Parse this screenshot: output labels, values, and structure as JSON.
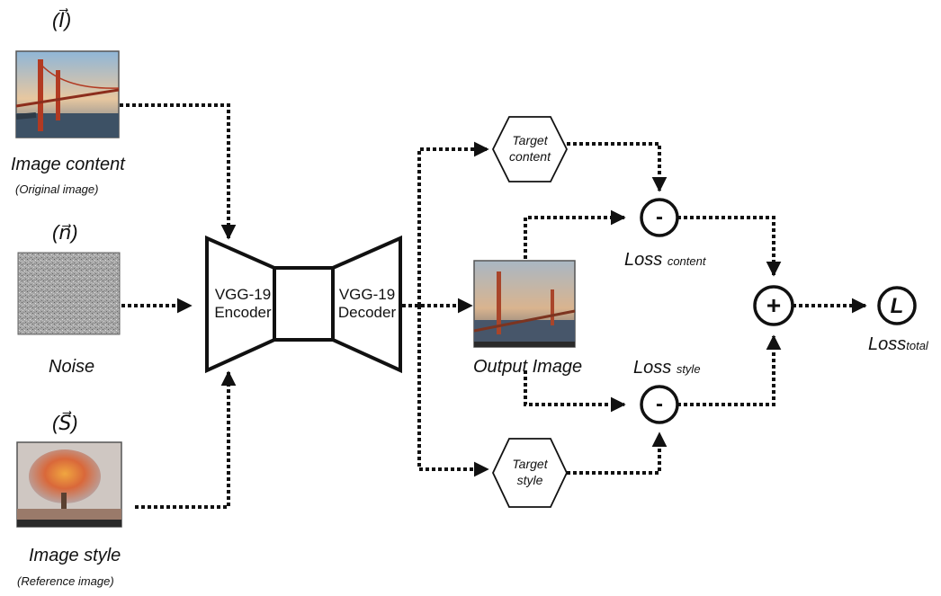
{
  "inputs": {
    "content": {
      "vector": "(I⃗)",
      "label": "Image content",
      "sublabel": "(Original image)"
    },
    "noise": {
      "vector": "(n⃗)",
      "label": "Noise"
    },
    "style": {
      "vector": "(S⃗)",
      "label": "Image style",
      "sublabel": "(Reference image)"
    }
  },
  "network": {
    "encoder_line1": "VGG-19",
    "encoder_line2": "Encoder",
    "decoder_line1": "VGG-19",
    "decoder_line2": "Decoder"
  },
  "output": {
    "label": "Output Image"
  },
  "targets": {
    "content_line1": "Target",
    "content_line2": "content",
    "style_line1": "Target",
    "style_line2": "style"
  },
  "ops": {
    "minus": "-",
    "plus": "+",
    "total_symbol": "L"
  },
  "losses": {
    "content_main": "Loss",
    "content_sub": "content",
    "style_main": "Loss",
    "style_sub": "style",
    "total_main": "Loss",
    "total_sub": "total"
  }
}
